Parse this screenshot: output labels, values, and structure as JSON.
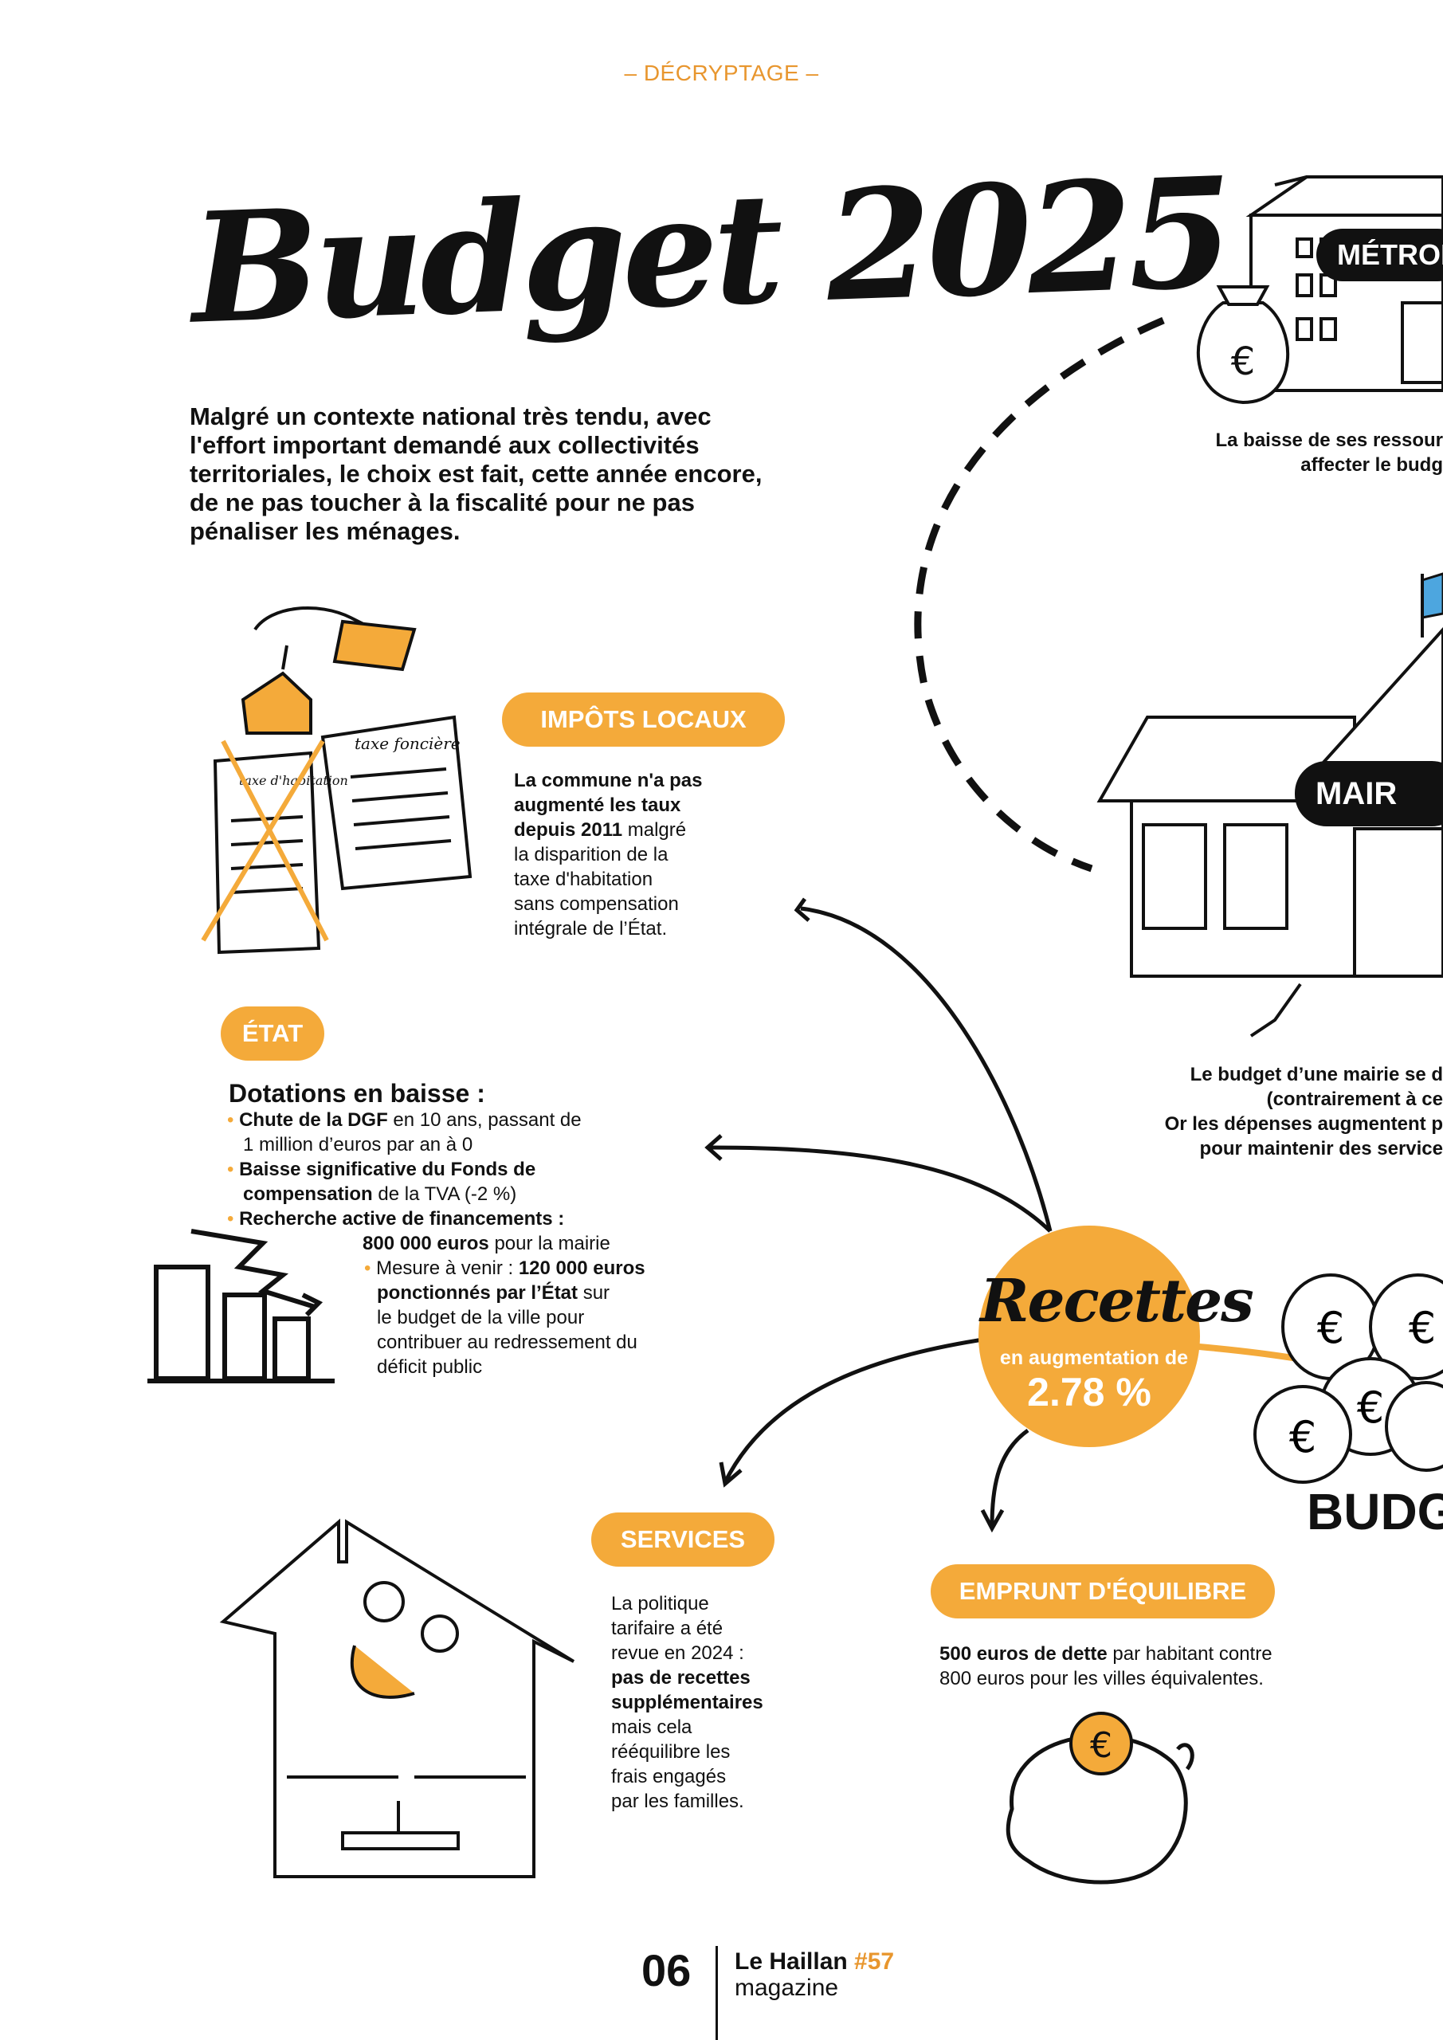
{
  "header": {
    "kicker": "– DÉCRYPTAGE –"
  },
  "title": "Budget 2025",
  "intro": "Malgré un contexte national très tendu, avec l'effort important demandé aux collectivités territoriales, le choix est fait, cette année encore, de ne pas toucher à la fiscalité pour ne pas pénaliser les ménages.",
  "impots": {
    "label": "IMPÔTS LOCAUX",
    "line1": "La commune n'a pas",
    "line2": "augmenté les taux",
    "line3_bold": "depuis 2011",
    "line3_rest": " malgré",
    "line4": "la disparition de la",
    "line5": "taxe d'habitation",
    "line6": "sans compensation",
    "line7": "intégrale de l’État.",
    "doc_left": "taxe d'habitation",
    "doc_right": "taxe foncière"
  },
  "etat": {
    "label": "ÉTAT",
    "heading": "Dotations en baisse :",
    "b1_bold": "Chute de la DGF",
    "b1_rest": " en 10 ans, passant de",
    "b1_line2": "1 million d’euros par an à 0",
    "b2_bold1": "Baisse significative du Fonds de",
    "b2_bold2": "compensation",
    "b2_rest": " de la TVA (-2 %)",
    "b3_bold": "Recherche active de financements :",
    "b3_amount_bold": "800 000 euros",
    "b3_amount_rest": " pour la mairie",
    "b4_pre": "Mesure à venir : ",
    "b4_bold": "120 000 euros",
    "b4_bold2": "ponctionnés par l’État",
    "b4_rest": " sur",
    "b4_line3": "le budget de la ville pour",
    "b4_line4": "contribuer au redressement du",
    "b4_line5": "déficit public"
  },
  "services": {
    "label": "SERVICES",
    "l1": "La politique",
    "l2": "tarifaire a été",
    "l3": "revue en 2024 :",
    "l4": "pas de recettes",
    "l5": "supplémentaires",
    "l6": "mais cela",
    "l7": "rééquilibre les",
    "l8": "frais engagés",
    "l9": "par les familles."
  },
  "emprunt": {
    "label": "EMPRUNT D'ÉQUILIBRE",
    "bold": "500 euros de dette",
    "rest": " par habitant contre",
    "line2": "800 euros pour les villes équivalentes."
  },
  "recettes": {
    "title": "Recettes",
    "subtitle": "en augmentation de",
    "value": "2.78 %"
  },
  "metropole": {
    "badge": "MÉTROP",
    "line1": "La baisse de ses ressour",
    "line2": "affecter le budg"
  },
  "mairie": {
    "badge": "MAIR",
    "line1": "Le budget d’une mairie se d",
    "line2": "(contrairement à ce",
    "line3": "Or les dépenses augmentent p",
    "line4": "pour maintenir des service"
  },
  "budget_label": "BUDG",
  "icons": {
    "euro": "€"
  },
  "footer": {
    "page": "06",
    "magazine": "Le Haillan ",
    "issue": "#57",
    "sub": "magazine"
  },
  "colors": {
    "accent": "#f4aa3a",
    "kicker": "#e8962e",
    "ink": "#111111"
  }
}
